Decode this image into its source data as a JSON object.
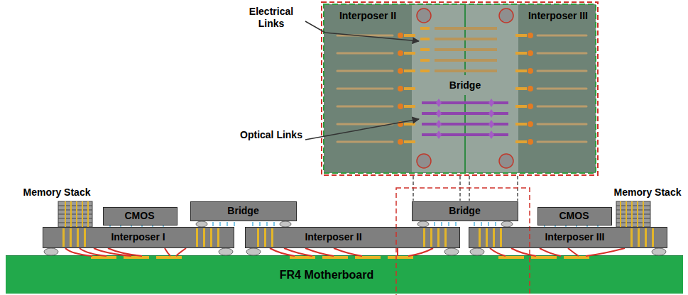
{
  "diagram": {
    "nodes": [
      {
        "text": [
          "Interposer II"
        ]
      },
      {
        "text": [
          "Bridge"
        ]
      },
      {
        "text": [
          "Interposer III"
        ]
      },
      {
        "text": [
          "Memory Stack"
        ]
      },
      {
        "text": [
          "CMOS"
        ]
      },
      {
        "text": [
          "Bridge"
        ]
      },
      {
        "text": [
          "Bridge"
        ]
      },
      {
        "text": [
          "CMOS"
        ]
      },
      {
        "text": [
          "Memory Stack"
        ]
      },
      {
        "text": [
          "Interposer I"
        ]
      },
      {
        "text": [
          "Interposer II"
        ]
      },
      {
        "text": [
          "Interposer III"
        ]
      },
      {
        "text": [
          "FR4 Motherboard"
        ]
      }
    ],
    "labels": [
      "Electrical Links",
      "Optical Links"
    ]
  }
}
